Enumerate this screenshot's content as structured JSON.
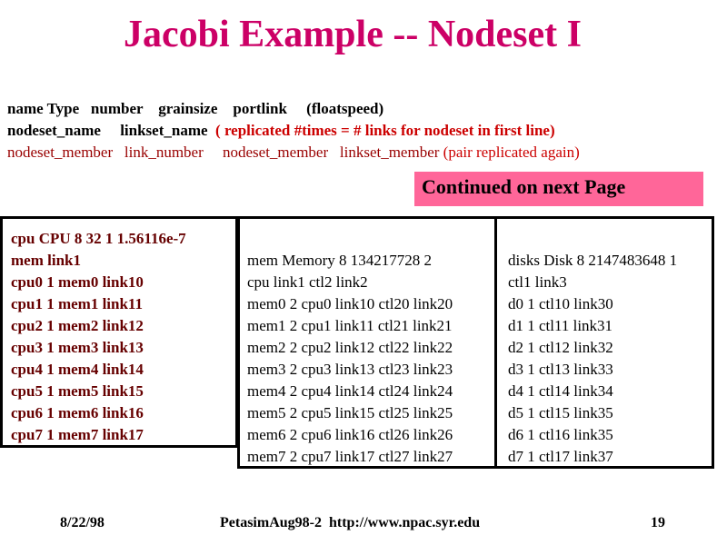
{
  "title": "Jacobi Example -- Nodeset I",
  "header": {
    "line1": {
      "a": "name Type   number    grainsize    portlink",
      "b": "     (floatspeed)"
    },
    "line2": {
      "a": "nodeset_name     linkset_name",
      "b": "  ( replicated #times = # links for nodeset in first line)"
    },
    "line3": {
      "a": "nodeset_member   link_number     nodeset_member   linkset_member ",
      "b": "(pair replicated again)"
    }
  },
  "continued_label": "Continued on next Page",
  "cpu_lines": [
    "cpu CPU 8 32 1 1.56116e-7",
    "mem link1",
    "cpu0 1 mem0 link10",
    "cpu1 1 mem1 link11",
    "cpu2 1 mem2 link12",
    "cpu3 1 mem3 link13",
    "cpu4 1 mem4 link14",
    "cpu5 1 mem5 link15",
    "cpu6 1 mem6 link16",
    "cpu7 1 mem7 link17"
  ],
  "mem_lines": [
    "mem Memory 8 134217728 2",
    "cpu link1 ctl2 link2",
    "mem0 2 cpu0 link10 ctl20 link20",
    "mem1 2 cpu1 link11 ctl21 link21",
    "mem2 2 cpu2 link12 ctl22 link22",
    "mem3 2 cpu3 link13 ctl23 link23",
    "mem4 2 cpu4 link14 ctl24 link24",
    "mem5 2 cpu5 link15 ctl25 link25",
    "mem6 2 cpu6 link16 ctl26 link26",
    "mem7 2 cpu7 link17 ctl27 link27"
  ],
  "disk_lines": [
    "disks Disk 8 2147483648 1",
    "ctl1 link3",
    "d0 1 ctl10 link30",
    "d1 1 ctl11 link31",
    "d2 1 ctl12 link32",
    "d3 1 ctl13 link33",
    "d4 1 ctl14 link34",
    "d5 1 ctl15 link35",
    "d6 1 ctl16 link35",
    "d7 1 ctl17 link37"
  ],
  "footer": {
    "date": "8/22/98",
    "center": "PetasimAug98-2  http://www.npac.syr.edu",
    "page": "19"
  },
  "colors": {
    "title": "#cc0066",
    "highlight": "#ff6699",
    "note_red": "#cc0000",
    "cpu_text": "#660000"
  }
}
